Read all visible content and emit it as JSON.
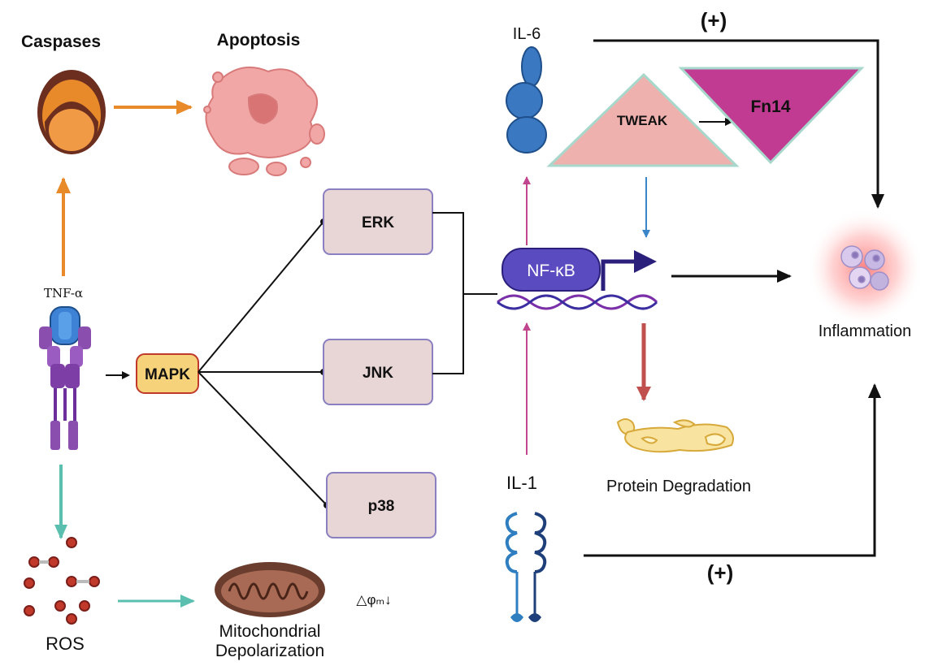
{
  "labels": {
    "caspases": "Caspases",
    "apoptosis": "Apoptosis",
    "il6": "IL-6",
    "plus_top": "(+)",
    "tweak": "TWEAK",
    "fn14": "Fn14",
    "tnf": "TNF-α",
    "mapk": "MAPK",
    "erk": "ERK",
    "jnk": "JNK",
    "p38": "p38",
    "nfkb": "NF-κB",
    "inflammation": "Inflammation",
    "il1": "IL-1",
    "protein_degradation": "Protein Degradation",
    "ros": "ROS",
    "mito_line1": "Mitochondrial",
    "mito_line2": "Depolarization",
    "delta_psi": "△φₘ↓",
    "plus_bottom": "(+)"
  },
  "colors": {
    "orange_arrow": "#e8892a",
    "teal_arrow": "#5bbfb0",
    "magenta_arrow": "#c0458f",
    "blue_arrow": "#3a86c8",
    "red_arrow": "#c0504d",
    "box_fill": "#e8d5d5",
    "box_stroke": "#8a7fc0",
    "mapk_fill": "#f6d27a",
    "mapk_stroke": "#c0392b",
    "tweak_fill": "#eeb1ae",
    "fn14_fill": "#c23b93",
    "nfkb_fill": "#5a4bc0"
  }
}
